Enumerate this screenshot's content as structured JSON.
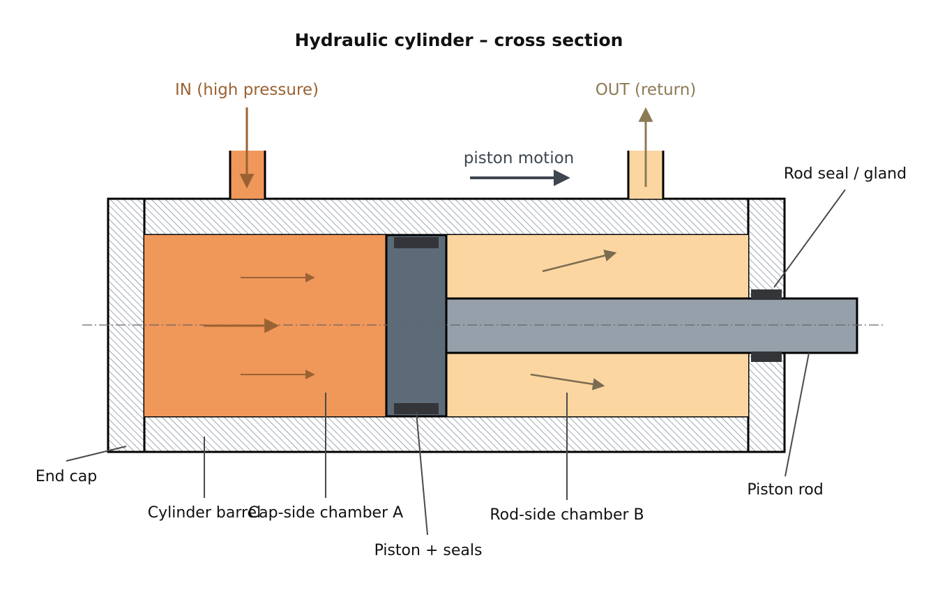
{
  "title": "Hydraulic cylinder – cross section",
  "ports": {
    "in_label": "IN (high pressure)",
    "out_label": "OUT (return)"
  },
  "motion_label": "piston motion",
  "labels": {
    "rod_seal": "Rod seal / gland",
    "end_cap": "End cap",
    "cylinder_barrel": "Cylinder barrel",
    "cap_side_chamber": "Cap-side chamber A",
    "rod_side_chamber": "Rod-side chamber B",
    "piston_seals": "Piston + seals",
    "piston_rod": "Piston rod"
  },
  "colors": {
    "high_pressure": "#f0975a",
    "return": "#fbd6a0",
    "piston": "#5d6b78",
    "rod": "#95a0aa",
    "seal": "#333539",
    "in_arrow": "#9a6232",
    "out_arrow": "#8c7a55",
    "motion_arrow": "#3e4650",
    "hatch": "#6f7a86"
  }
}
